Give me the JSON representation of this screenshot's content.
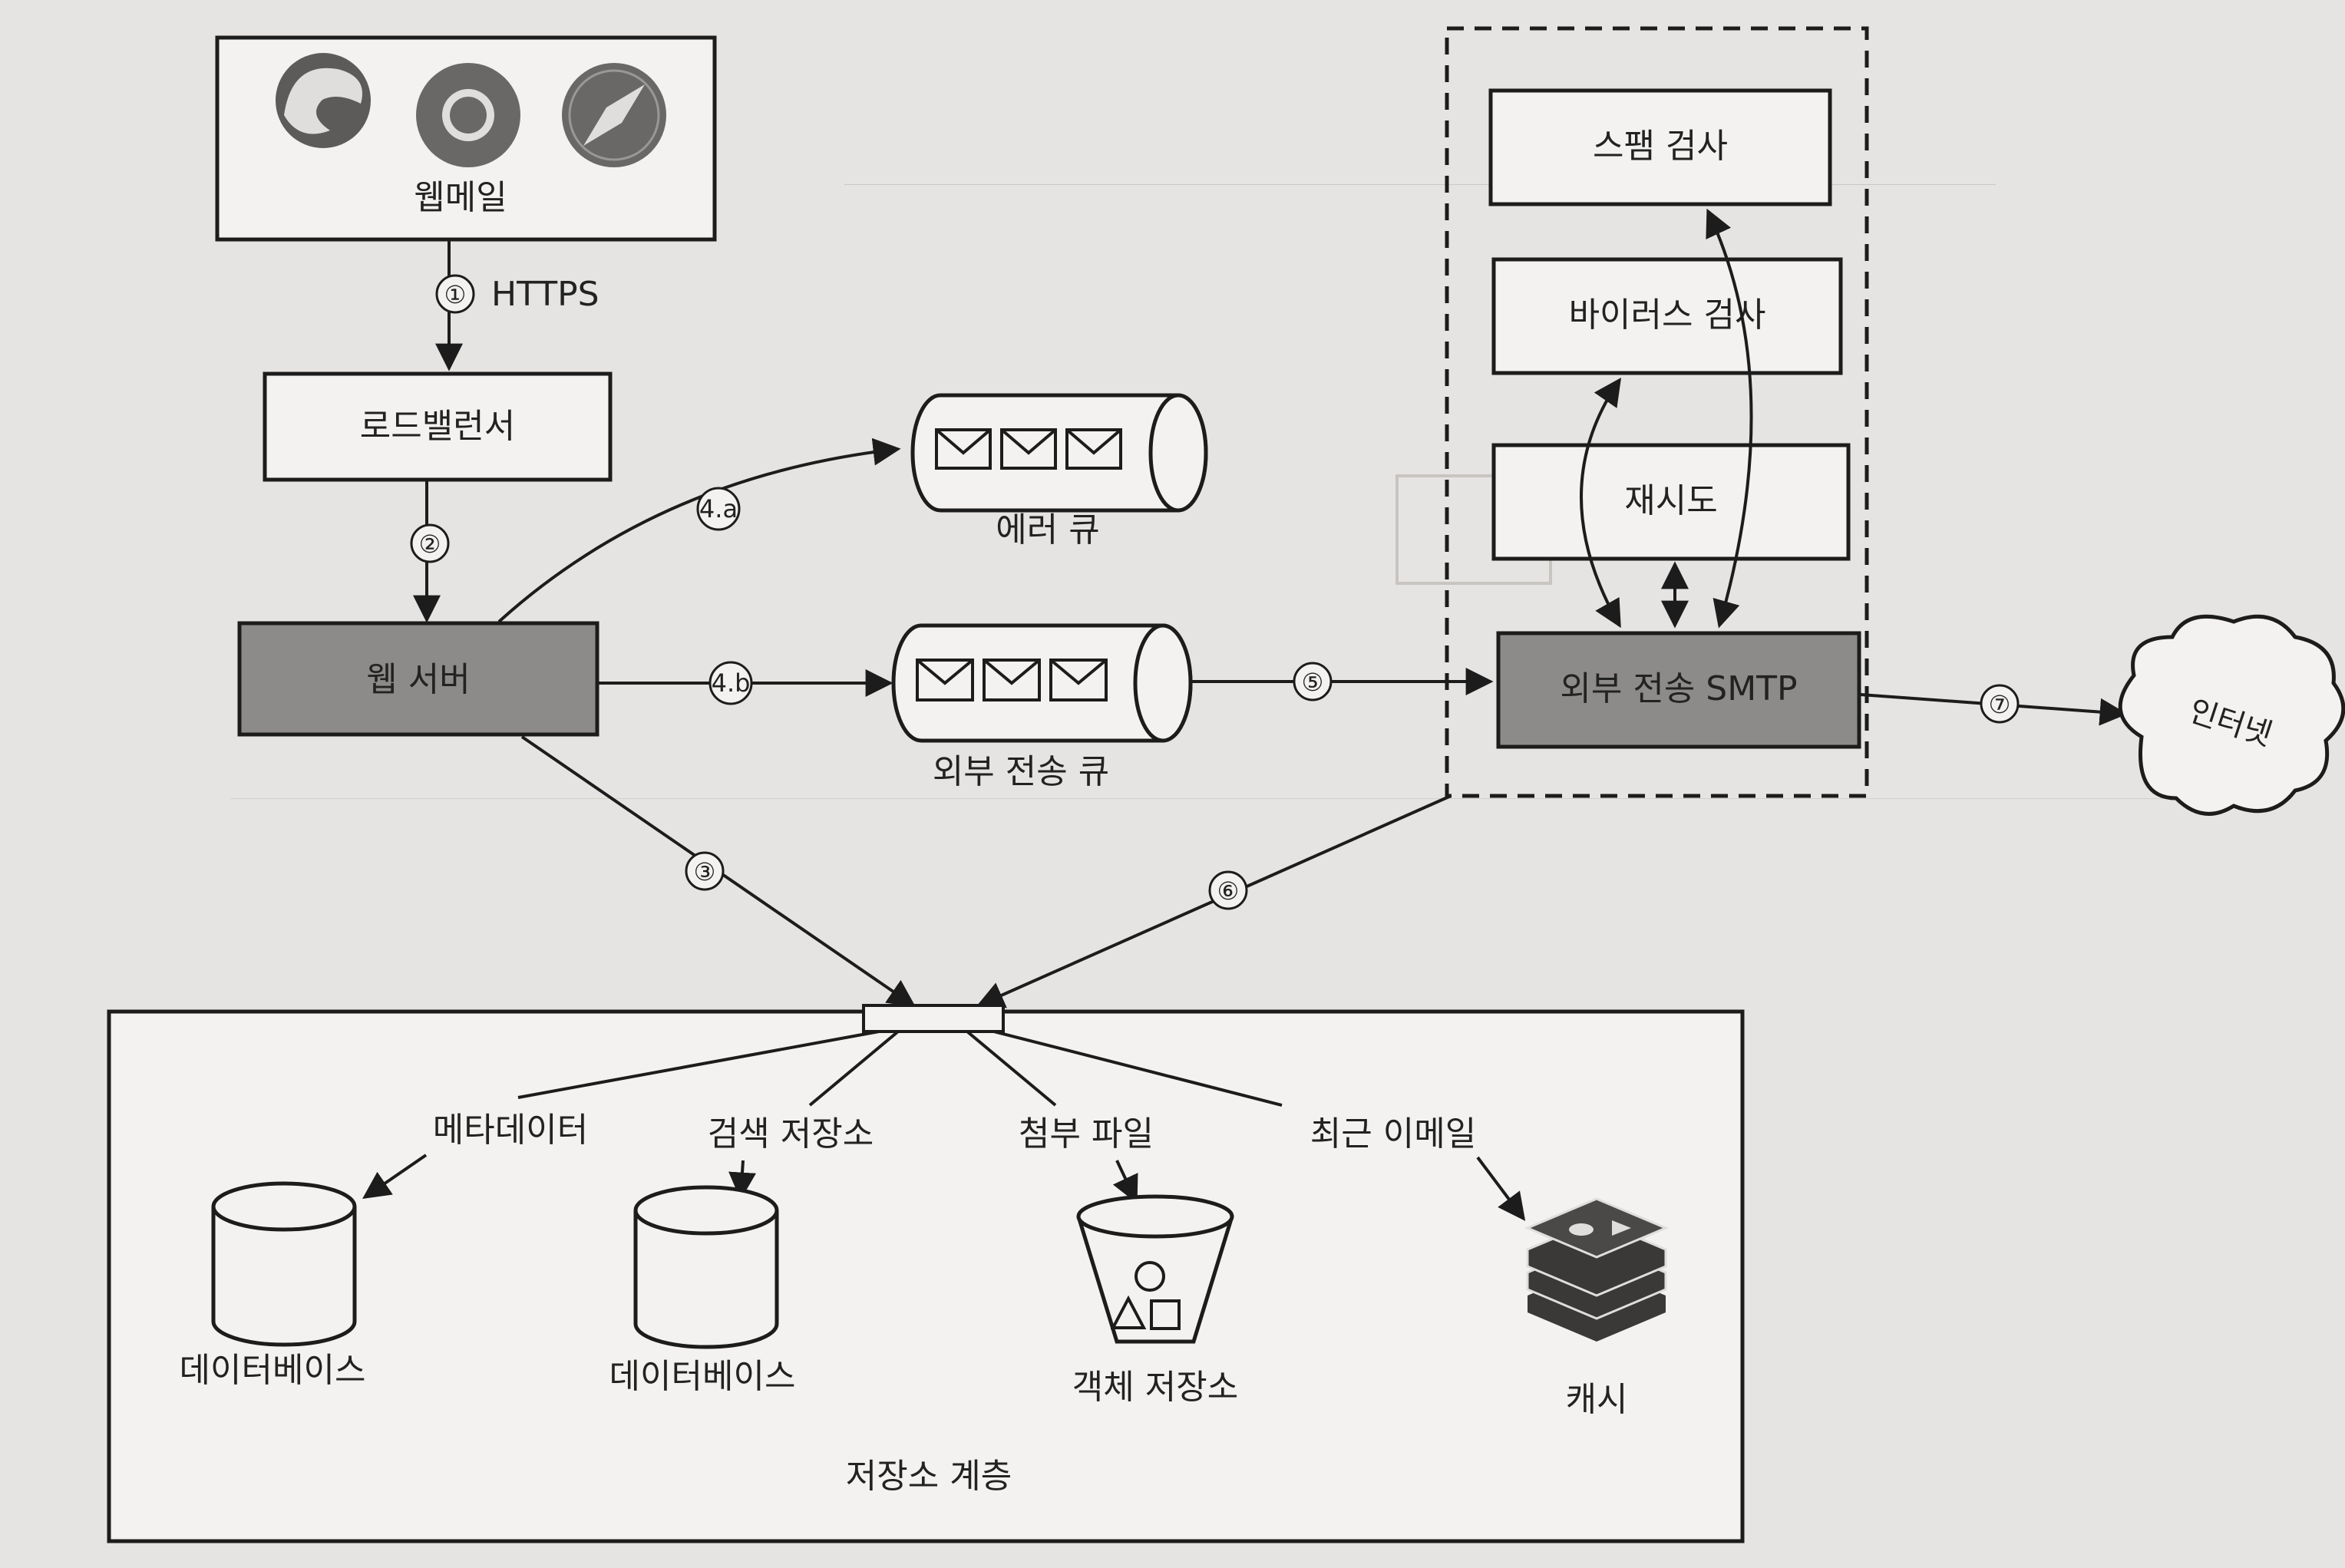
{
  "clients": {
    "label": "웹메일"
  },
  "steps": {
    "s1": "①",
    "s1_text": "HTTPS",
    "s2": "②",
    "s3": "③",
    "s4a": "4.a",
    "s4b": "4.b",
    "s5": "⑤",
    "s6": "⑥",
    "s7": "⑦"
  },
  "nodes": {
    "load_balancer": "로드밸런서",
    "web_server": "웹 서버",
    "error_queue": "에러 큐",
    "outgoing_queue": "외부 전송 큐",
    "spam_check": "스팸 검사",
    "virus_check": "바이러스 검사",
    "retry": "재시도",
    "smtp_out": "외부 전송 SMTP",
    "internet": "인터넷"
  },
  "storage": {
    "layer_label": "저장소 계층",
    "branches": [
      "메타데이터",
      "검색 저장소",
      "첨부 파일",
      "최근 이메일"
    ],
    "stores": [
      "데이터베이스",
      "데이터베이스",
      "객체 저장소",
      "캐시"
    ]
  },
  "colors": {
    "shaded": "#8d8b89",
    "line": "#1c1c1c",
    "box": "#f3f2f0"
  }
}
